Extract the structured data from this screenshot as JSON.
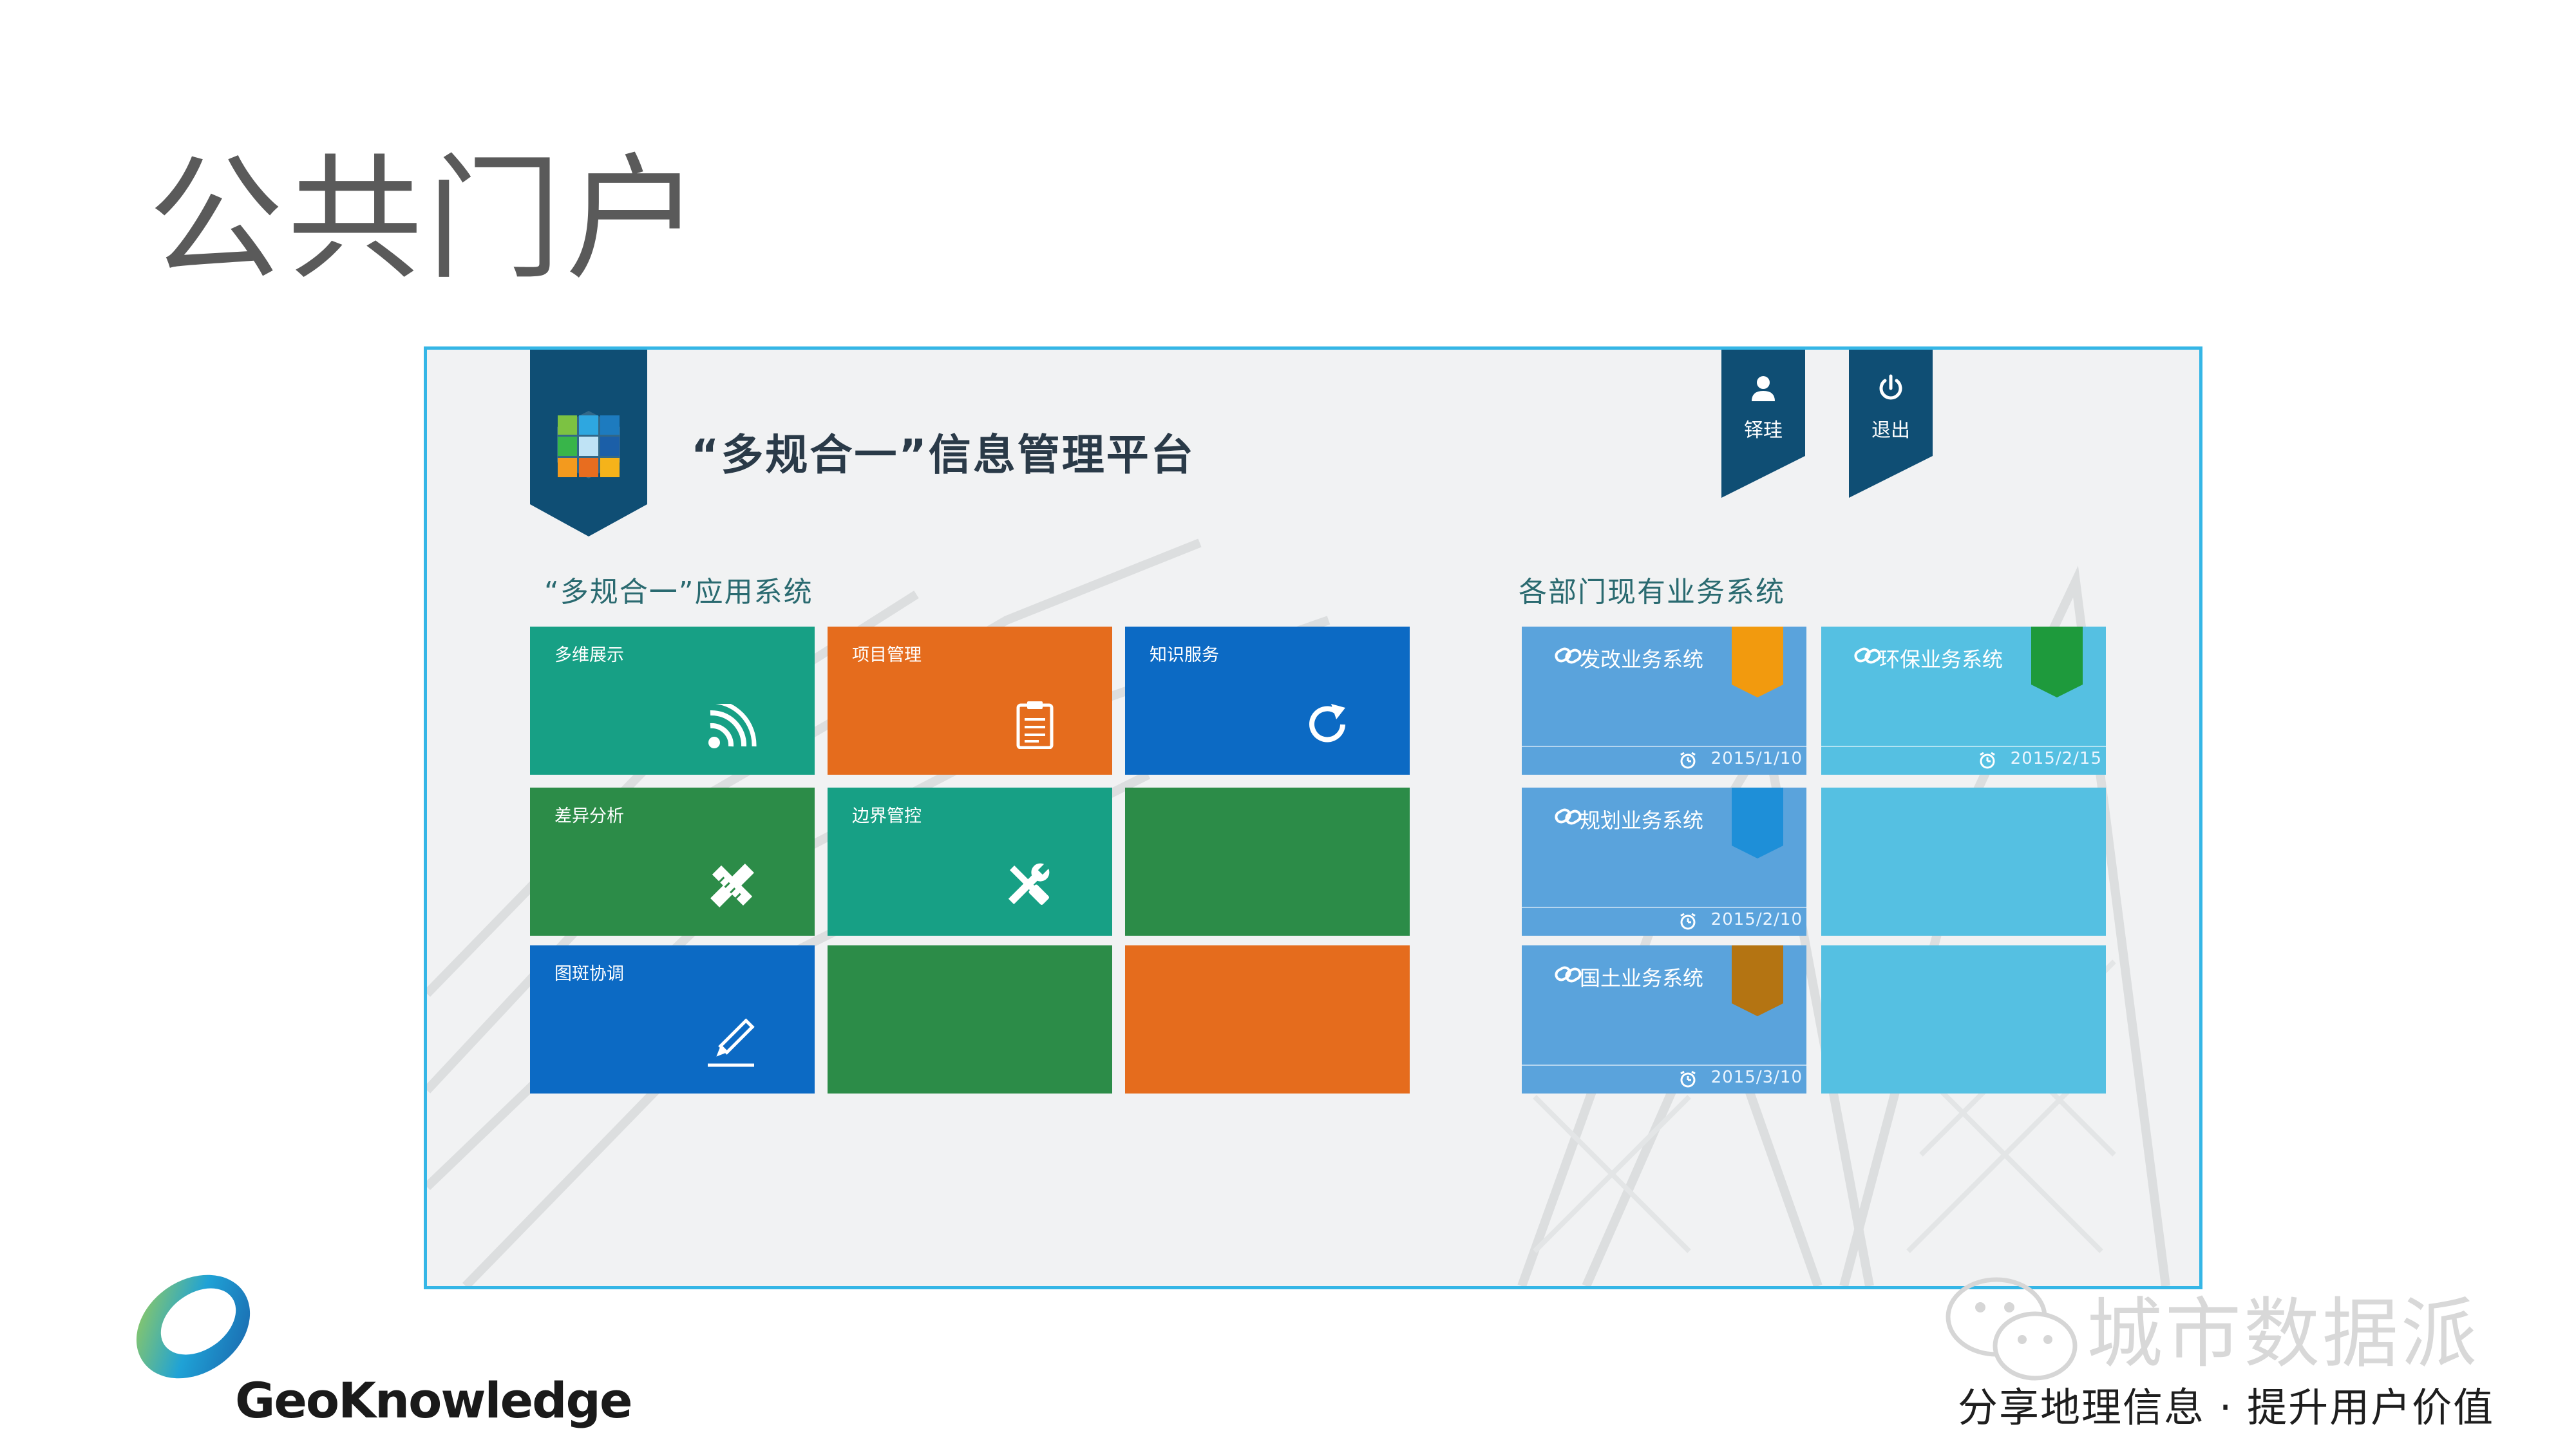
{
  "slide": {
    "title": "公共门户"
  },
  "app": {
    "title": "“多规合一”信息管理平台",
    "user_label": "铎珪",
    "logout_label": "退出"
  },
  "apps_section": {
    "title": "“多规合一”应用系统",
    "tiles": [
      {
        "label": "多维展示",
        "icon": "rss-icon",
        "color": "#17a085"
      },
      {
        "label": "项目管理",
        "icon": "clipboard-icon",
        "color": "#e56c1d"
      },
      {
        "label": "知识服务",
        "icon": "refresh-icon",
        "color": "#0c6ac4"
      },
      {
        "label": "差异分析",
        "icon": "pencil-ruler-icon",
        "color": "#2c8c48"
      },
      {
        "label": "边界管控",
        "icon": "wrench-screwdriver-icon",
        "color": "#17a085"
      },
      {
        "label": "",
        "icon": "",
        "color": "#2c8c48"
      },
      {
        "label": "图斑协调",
        "icon": "pen-icon",
        "color": "#0c6ac4"
      },
      {
        "label": "",
        "icon": "",
        "color": "#2c8c48"
      },
      {
        "label": "",
        "icon": "",
        "color": "#e56c1d"
      }
    ]
  },
  "biz_section": {
    "title": "各部门现有业务系统",
    "tiles": [
      {
        "label": "发改业务系统",
        "date": "2015/1/10",
        "ribbon_color": "#f29a0e"
      },
      {
        "label": "环保业务系统",
        "date": "2015/2/15",
        "ribbon_color": "#1e9a3c"
      },
      {
        "label": "规划业务系统",
        "date": "2015/2/10",
        "ribbon_color": "#1e8fd8"
      },
      {
        "label": "国土业务系统",
        "date": "2015/3/10",
        "ribbon_color": "#b47412"
      }
    ]
  },
  "footer": {
    "logo_text": "GeoKnowledge",
    "wechat_name": "城市数据派",
    "slogan": "分享地理信息 · 提升用户价值"
  },
  "colors": {
    "frame_border": "#35b6e6",
    "banner": "#0f4e74"
  }
}
